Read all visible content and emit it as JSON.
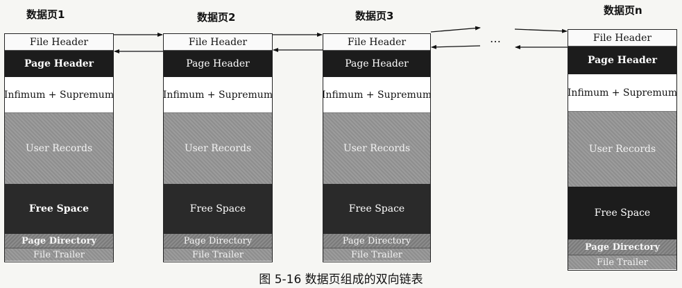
{
  "titles": [
    "数据页1",
    "数据页2",
    "数据页3",
    "数据页n"
  ],
  "sections": {
    "file_header": "File Header",
    "page_header": "Page Header",
    "infimum_supremum": "Infimum + Supremum",
    "user_records": "User Records",
    "free_space": "Free Space",
    "page_directory": "Page Directory",
    "file_trailer": "File Trailer"
  },
  "ellipsis": "…",
  "caption": "图 5-16   数据页组成的双向链表"
}
